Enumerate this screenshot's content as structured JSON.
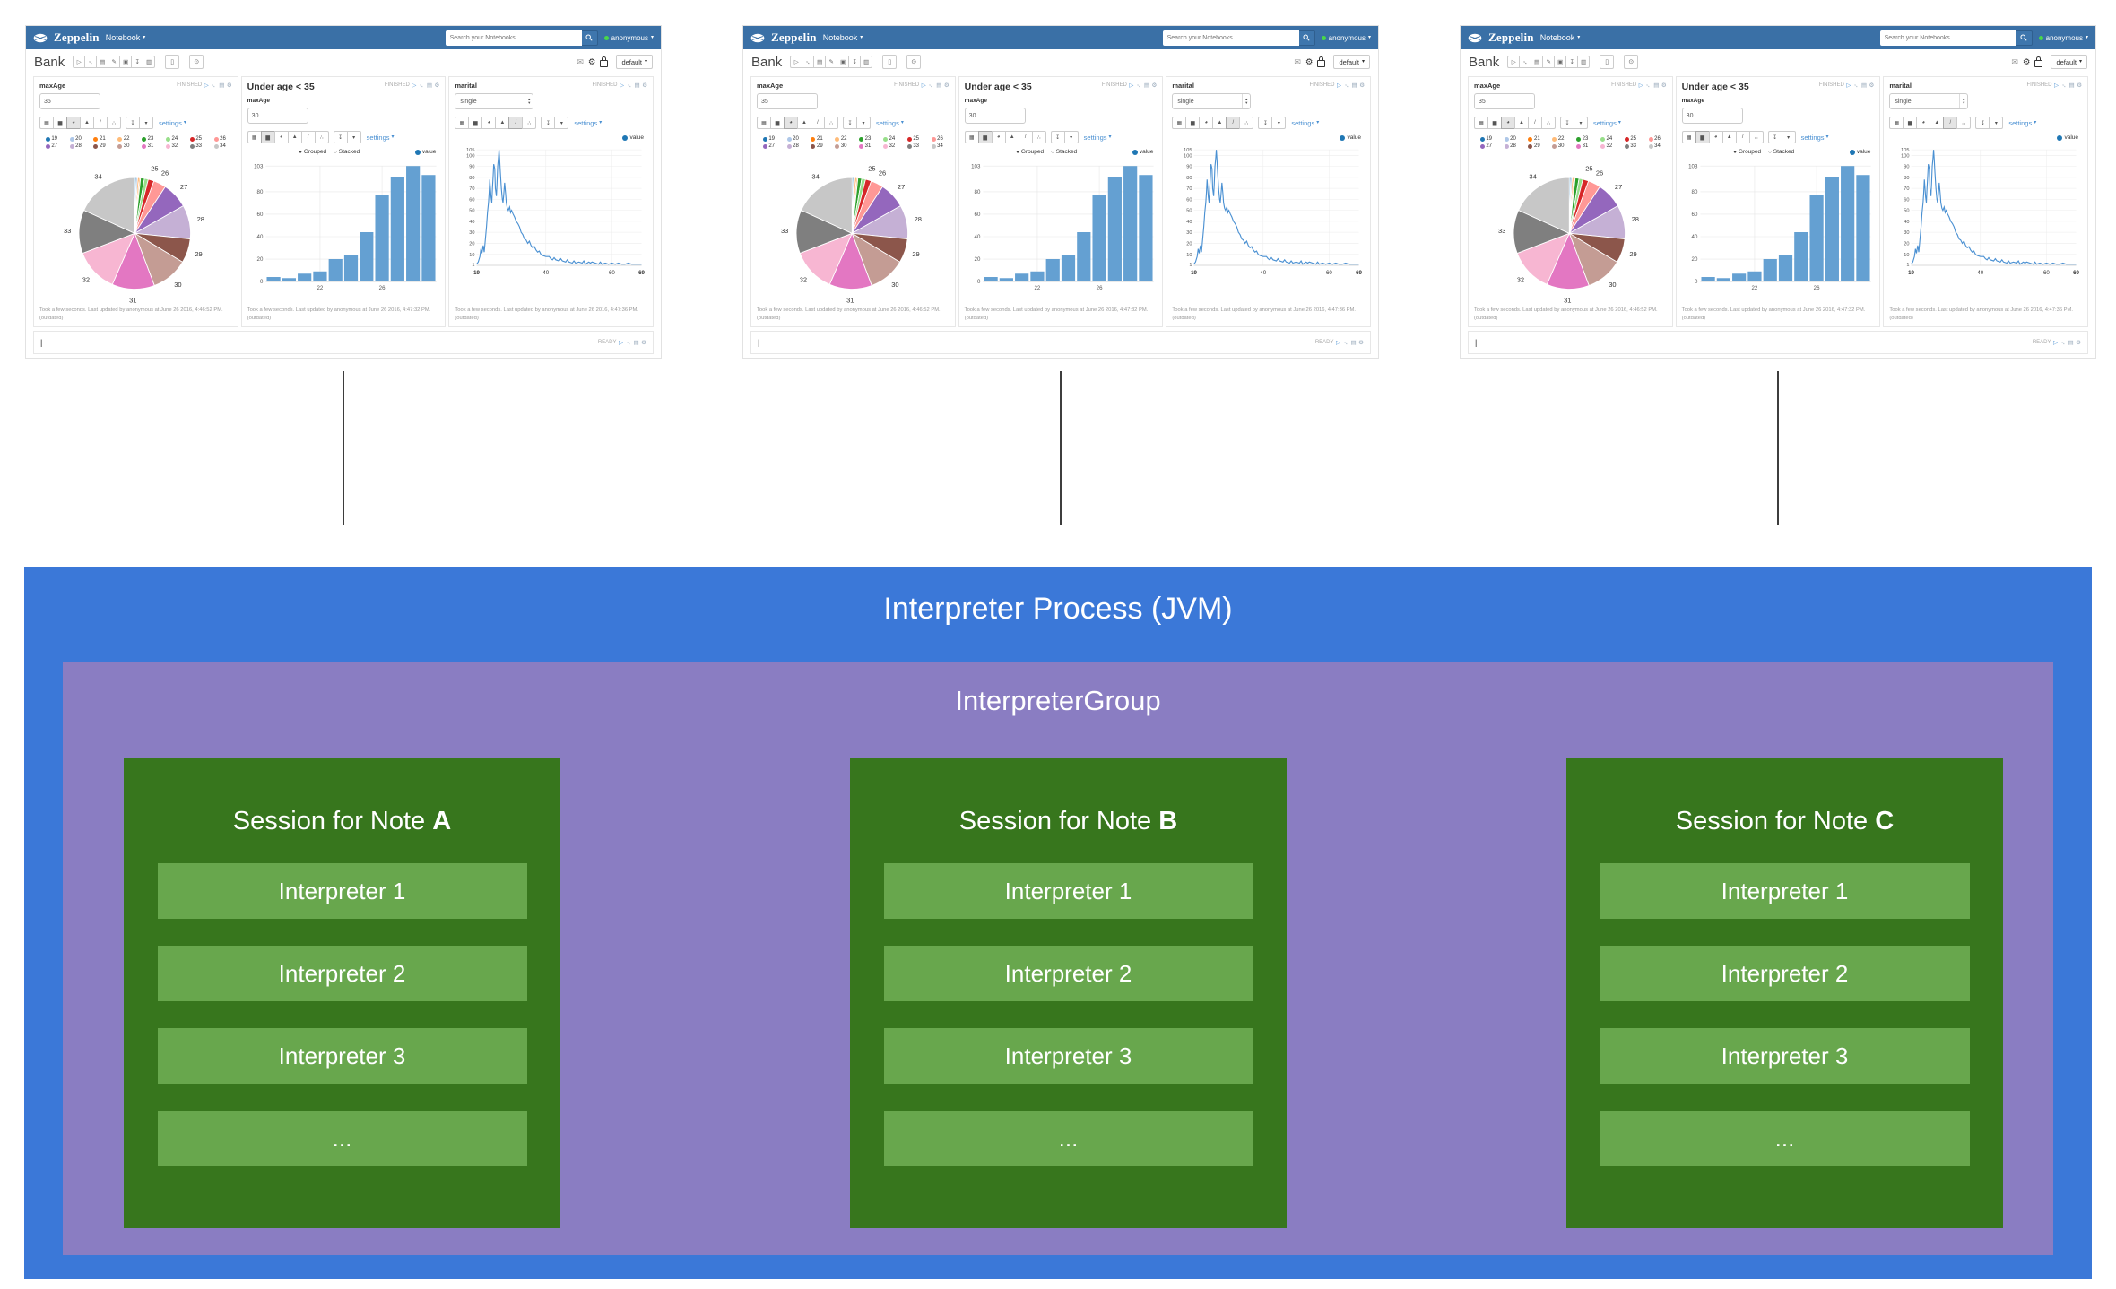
{
  "colors": {
    "navbar": "#3a70a6",
    "link_blue": "#4a90d2",
    "online_green": "#49d849",
    "process_box": "#3b78d8",
    "group_box": "#8a7dc2",
    "session_box": "#37761d",
    "interpreter_row": "#68a74d",
    "legend_dot": "#1f77b4"
  },
  "glyphs": {
    "run": "▷",
    "resize": "↔",
    "output": "▤",
    "erase": "✎",
    "clone": "▣",
    "download": "↧",
    "export": "▥",
    "trash": "▯",
    "clock": "⊙",
    "mail": "✉",
    "gear": "⚙",
    "caret": "▾",
    "tbl": "▦",
    "bar": "▆",
    "pie": "◕",
    "area": "▲",
    "line": "/",
    "scatter": "∴",
    "up": "▴",
    "down": "▾",
    "dot": "●",
    "circle": "○",
    "cursor": "|"
  },
  "notebook": {
    "navbar": {
      "brand": "Zeppelin",
      "menu_label": "Notebook",
      "search_placeholder": "Search your Notebooks",
      "user_label": "anonymous"
    },
    "toolbar": {
      "title": "Bank",
      "default_label": "default"
    },
    "paragraphs": {
      "p1": {
        "title": "maxAge",
        "status": "FINISHED",
        "input_value": "35",
        "settings_label": "settings",
        "footer_line1": "Took a few seconds. Last updated by anonymous at June 26 2016, 4:46:52 PM.",
        "footer_line2": "(outdated)"
      },
      "p2": {
        "title": "Under age < 35",
        "field_label": "maxAge",
        "status": "FINISHED",
        "input_value": "30",
        "radio_grouped": "Grouped",
        "radio_stacked": "Stacked",
        "legend_value": "value",
        "settings_label": "settings",
        "footer_line1": "Took a few seconds. Last updated by anonymous at June 26 2016, 4:47:32 PM.",
        "footer_line2": "(outdated)"
      },
      "p3": {
        "title": "marital",
        "status": "FINISHED",
        "select_value": "single",
        "legend_value": "value",
        "settings_label": "settings",
        "footer_line1": "Took a few seconds. Last updated by anonymous at June 26 2016, 4:47:36 PM.",
        "footer_line2": "(outdated)"
      },
      "ready": {
        "status": "READY"
      }
    }
  },
  "chart_data": [
    {
      "type": "pie",
      "title": "maxAge",
      "legend_position": "top",
      "categories": [
        "19",
        "20",
        "21",
        "22",
        "23",
        "24",
        "25",
        "26",
        "27",
        "28",
        "29",
        "30",
        "31",
        "32",
        "33",
        "34"
      ],
      "values": [
        3,
        3,
        3,
        3,
        8,
        8,
        12,
        26,
        54,
        70,
        50,
        76,
        88,
        90,
        90,
        130
      ],
      "colors": [
        "#1f77b4",
        "#aec7e8",
        "#ff7f0e",
        "#ffbb78",
        "#2ca02c",
        "#98df8a",
        "#d62728",
        "#ff9896",
        "#9467bd",
        "#c5b0d5",
        "#8c564b",
        "#c49c94",
        "#e377c2",
        "#f7b6d2",
        "#7f7f7f",
        "#c7c7c7"
      ],
      "labeled": [
        "25",
        "26",
        "27",
        "28",
        "29",
        "30",
        "31",
        "32",
        "33",
        "34"
      ]
    },
    {
      "type": "bar",
      "title": "Under age < 35",
      "legend": [
        "value"
      ],
      "categories": [
        "19",
        "20",
        "21",
        "22",
        "23",
        "24",
        "25",
        "26",
        "27",
        "28",
        "29"
      ],
      "values": [
        4,
        3,
        7,
        9,
        20,
        24,
        44,
        77,
        93,
        103,
        95
      ],
      "ylim": [
        0,
        103
      ],
      "yticks": [
        0,
        20,
        40,
        60,
        80,
        103
      ],
      "xticks": [
        {
          "index": 3,
          "label": "22"
        },
        {
          "index": 7,
          "label": "26"
        }
      ],
      "bar_color": "#64a0d2",
      "grid": true
    },
    {
      "type": "line",
      "title": "marital",
      "legend": [
        "value"
      ],
      "x_range": [
        19,
        69
      ],
      "ylim": [
        0,
        105
      ],
      "yticks": [
        1,
        10,
        20,
        30,
        40,
        50,
        60,
        70,
        80,
        90,
        100,
        105
      ],
      "xticks": [
        19,
        40,
        60,
        69
      ],
      "grid_x": [
        40,
        60
      ],
      "line_color": "#4a90d2",
      "points": [
        [
          19,
          1
        ],
        [
          19.5,
          3
        ],
        [
          20,
          8
        ],
        [
          20.3,
          15
        ],
        [
          20.6,
          11
        ],
        [
          21,
          18
        ],
        [
          21.3,
          12
        ],
        [
          21.6,
          22
        ],
        [
          22,
          35
        ],
        [
          22.3,
          48
        ],
        [
          22.6,
          57
        ],
        [
          22.8,
          66
        ],
        [
          23,
          78
        ],
        [
          23.2,
          70
        ],
        [
          23.4,
          62
        ],
        [
          23.6,
          57
        ],
        [
          23.8,
          70
        ],
        [
          24,
          80
        ],
        [
          24.2,
          92
        ],
        [
          24.5,
          88
        ],
        [
          24.7,
          70
        ],
        [
          25,
          63
        ],
        [
          25.2,
          75
        ],
        [
          25.4,
          90
        ],
        [
          25.6,
          97
        ],
        [
          25.8,
          105
        ],
        [
          26,
          96
        ],
        [
          26.2,
          85
        ],
        [
          26.5,
          70
        ],
        [
          26.8,
          60
        ],
        [
          27,
          57
        ],
        [
          27.2,
          63
        ],
        [
          27.5,
          75
        ],
        [
          27.8,
          65
        ],
        [
          28,
          57
        ],
        [
          28.3,
          52
        ],
        [
          28.6,
          50
        ],
        [
          29,
          53
        ],
        [
          29.3,
          48
        ],
        [
          29.6,
          50
        ],
        [
          30,
          47
        ],
        [
          30.5,
          44
        ],
        [
          31,
          40
        ],
        [
          31.5,
          38
        ],
        [
          32,
          35
        ],
        [
          32.5,
          30
        ],
        [
          33,
          28
        ],
        [
          33.5,
          24
        ],
        [
          34,
          23
        ],
        [
          34.5,
          20
        ],
        [
          35,
          22
        ],
        [
          35.5,
          18
        ],
        [
          36,
          16
        ],
        [
          36.5,
          17
        ],
        [
          37,
          14
        ],
        [
          37.5,
          12
        ],
        [
          38,
          13
        ],
        [
          38.5,
          10
        ],
        [
          39,
          9
        ],
        [
          40,
          8
        ],
        [
          41,
          8
        ],
        [
          41.5,
          6
        ],
        [
          42,
          5
        ],
        [
          42.5,
          7
        ],
        [
          43,
          5
        ],
        [
          44,
          4
        ],
        [
          44.5,
          6
        ],
        [
          45,
          4
        ],
        [
          46,
          3
        ],
        [
          46.5,
          5
        ],
        [
          47,
          3
        ],
        [
          48,
          2
        ],
        [
          48.5,
          4
        ],
        [
          49,
          2
        ],
        [
          50,
          3
        ],
        [
          51,
          2
        ],
        [
          51.5,
          4
        ],
        [
          52,
          1
        ],
        [
          53,
          3
        ],
        [
          53.5,
          2
        ],
        [
          54,
          3
        ],
        [
          55,
          2
        ],
        [
          56,
          1
        ],
        [
          56.5,
          3
        ],
        [
          57,
          1
        ],
        [
          58,
          2
        ],
        [
          59,
          1
        ],
        [
          60,
          2
        ],
        [
          61,
          1
        ],
        [
          62,
          2
        ],
        [
          63,
          1
        ],
        [
          64,
          1
        ],
        [
          65,
          2
        ],
        [
          66,
          1
        ],
        [
          67,
          1
        ],
        [
          68,
          1
        ],
        [
          69,
          1
        ]
      ]
    }
  ],
  "diagram": {
    "process_title": "Interpreter Process (JVM)",
    "group_title": "InterpreterGroup",
    "sessions": [
      {
        "title_prefix": "Session for Note ",
        "note": "A",
        "interpreters": [
          "Interpreter 1",
          "Interpreter 2",
          "Interpreter 3",
          "..."
        ]
      },
      {
        "title_prefix": "Session for Note ",
        "note": "B",
        "interpreters": [
          "Interpreter 1",
          "Interpreter 2",
          "Interpreter 3",
          "..."
        ]
      },
      {
        "title_prefix": "Session for Note ",
        "note": "C",
        "interpreters": [
          "Interpreter 1",
          "Interpreter 2",
          "Interpreter 3",
          "..."
        ]
      }
    ]
  }
}
